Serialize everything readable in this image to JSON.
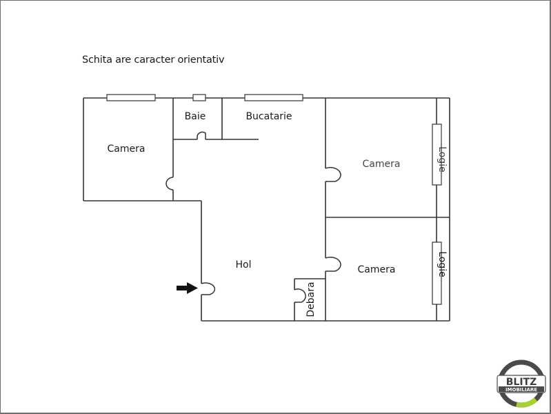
{
  "note": "Schita are caracter orientativ",
  "rooms": [
    {
      "id": "camera-1",
      "label": "Camera"
    },
    {
      "id": "baie",
      "label": "Baie"
    },
    {
      "id": "bucatarie",
      "label": "Bucatarie"
    },
    {
      "id": "camera-2",
      "label": "Camera"
    },
    {
      "id": "hol",
      "label": "Hol"
    },
    {
      "id": "camera-3",
      "label": "Camera"
    },
    {
      "id": "debara",
      "label": "Debara"
    },
    {
      "id": "logie-1",
      "label": "Logie"
    },
    {
      "id": "logie-2",
      "label": "Logie"
    }
  ],
  "entrance": {
    "icon": "arrow-right-icon"
  },
  "logo": {
    "top": "BLITZ",
    "bottom": "IMOBILIARE",
    "ring_color": "#4a4a4a",
    "accent_color": "#a6d22e"
  }
}
